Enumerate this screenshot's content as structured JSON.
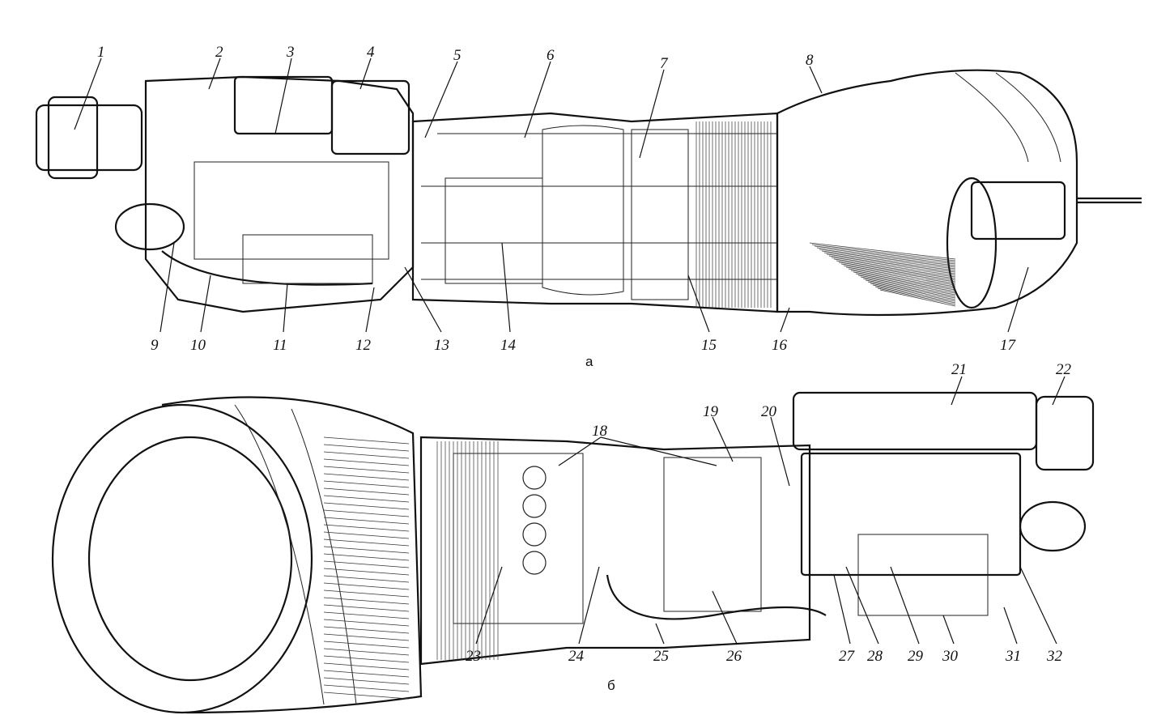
{
  "figure_a": {
    "caption": "а",
    "labels": [
      "1",
      "2",
      "3",
      "4",
      "5",
      "6",
      "7",
      "8",
      "9",
      "10",
      "11",
      "12",
      "13",
      "14",
      "15",
      "16",
      "17"
    ]
  },
  "figure_b": {
    "caption": "б",
    "labels": [
      "18",
      "19",
      "20",
      "21",
      "22",
      "23",
      "24",
      "25",
      "26",
      "27",
      "28",
      "29",
      "30",
      "31",
      "32"
    ]
  }
}
